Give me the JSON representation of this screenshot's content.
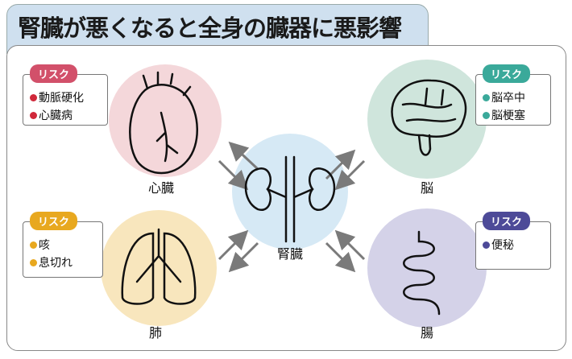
{
  "title": "腎臓が悪くなると全身の臓器に悪影響",
  "center": {
    "label": "腎臓",
    "color": "#d6e9f5"
  },
  "organs": {
    "heart": {
      "label": "心臓",
      "color": "#f4d7da",
      "risk_label": "リスク",
      "accent": "#d2506a",
      "dot": "#d0283a",
      "risks": [
        "動脈硬化",
        "心臓病"
      ]
    },
    "brain": {
      "label": "脳",
      "color": "#cfe5dc",
      "risk_label": "リスク",
      "accent": "#3aa99a",
      "dot": "#3aa99a",
      "risks": [
        "脳卒中",
        "脳梗塞"
      ]
    },
    "lung": {
      "label": "肺",
      "color": "#f8e6bd",
      "risk_label": "リスク",
      "accent": "#e8a81f",
      "dot": "#e8a81f",
      "risks": [
        "咳",
        "息切れ"
      ]
    },
    "intestine": {
      "label": "腸",
      "color": "#d4d2e8",
      "risk_label": "リスク",
      "accent": "#4d4a98",
      "dot": "#4d4a98",
      "risks": [
        "便秘"
      ]
    }
  }
}
